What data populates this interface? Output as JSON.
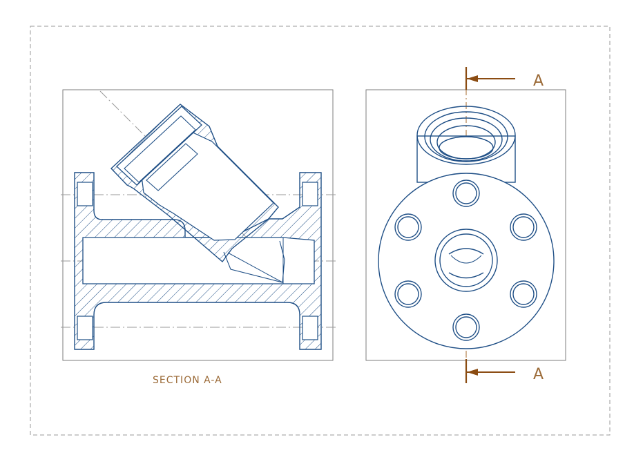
{
  "section_label": "SECTION A-A",
  "section_marker_top": "A",
  "section_marker_bottom": "A",
  "colors": {
    "outline": "#1f4f86",
    "frame": "#7e7e7e",
    "section_mark": "#8b4c12",
    "text": "#9b6a37",
    "centerline": "#9a9a9a"
  }
}
